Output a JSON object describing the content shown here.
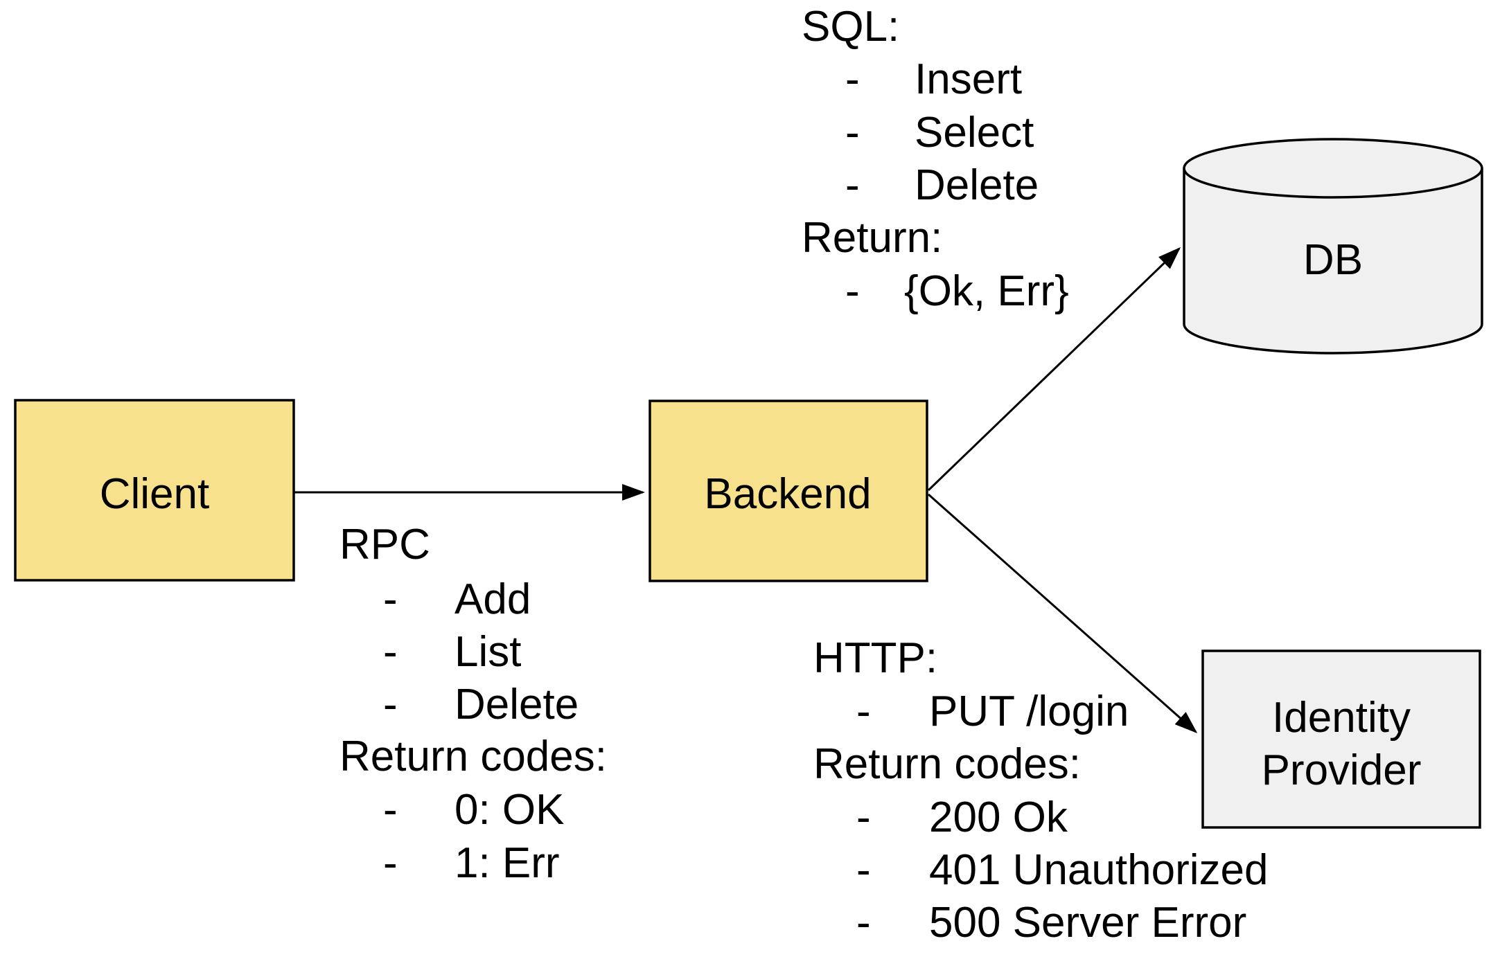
{
  "diagram": {
    "bullet": "-",
    "nodes": {
      "client": {
        "label": "Client"
      },
      "backend": {
        "label": "Backend"
      },
      "db": {
        "label": "DB"
      },
      "identity_provider": {
        "label_line_1": "Identity",
        "label_line_2": "Provider"
      }
    },
    "edges": {
      "client_to_backend": {
        "title": "RPC",
        "items": [
          "Add",
          "List",
          "Delete"
        ],
        "return_title": "Return codes:",
        "return_items": [
          "0: OK",
          "1: Err"
        ]
      },
      "backend_to_db": {
        "title": "SQL:",
        "items": [
          "Insert",
          "Select",
          "Delete"
        ],
        "return_title": "Return:",
        "return_items": [
          "{Ok, Err}"
        ]
      },
      "backend_to_identity_provider": {
        "title": "HTTP:",
        "items": [
          "PUT /login"
        ],
        "return_title": "Return codes:",
        "return_items": [
          "200 Ok",
          "401 Unauthorized",
          "500 Server Error"
        ]
      }
    },
    "colors": {
      "node_yellow": "#F8E18C",
      "node_gray": "#F0F0F0",
      "stroke": "#000000",
      "text": "#000000",
      "background": "#FFFFFF"
    }
  }
}
